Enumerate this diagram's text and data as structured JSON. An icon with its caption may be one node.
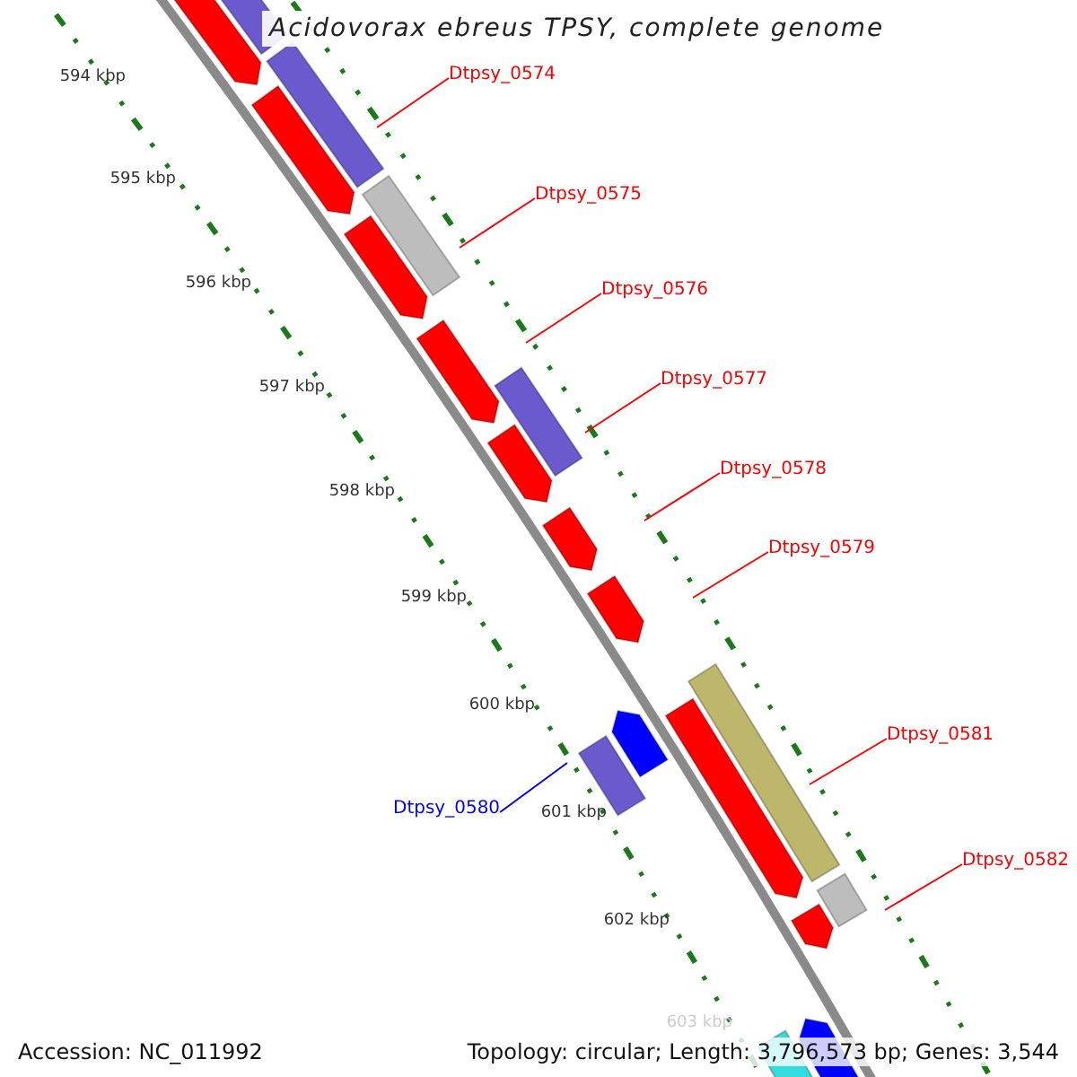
{
  "diagram": {
    "title": "Acidovorax ebreus TPSY, complete genome",
    "nodes": [
      {
        "text": [
          "Dtpsy_0574"
        ]
      },
      {
        "text": [
          "Dtpsy_0575"
        ]
      },
      {
        "text": [
          "Dtpsy_0576"
        ]
      },
      {
        "text": [
          "Dtpsy_0577"
        ]
      },
      {
        "text": [
          "Dtpsy_0578"
        ]
      },
      {
        "text": [
          "Dtpsy_0579"
        ]
      },
      {
        "text": [
          "Dtpsy_0580"
        ]
      },
      {
        "text": [
          "Dtpsy_0581"
        ]
      },
      {
        "text": [
          "Dtpsy_0582"
        ]
      }
    ],
    "edges": [
      {
        "from": 0,
        "to": null,
        "arrow": "none"
      },
      {
        "from": 1,
        "to": null,
        "arrow": "none"
      },
      {
        "from": 2,
        "to": null,
        "arrow": "none"
      },
      {
        "from": 3,
        "to": null,
        "arrow": "none"
      },
      {
        "from": 4,
        "to": null,
        "arrow": "none"
      },
      {
        "from": 5,
        "to": null,
        "arrow": "none"
      },
      {
        "from": 6,
        "to": null,
        "arrow": "none",
        "color": "#0000ff"
      },
      {
        "from": 7,
        "to": null,
        "arrow": "none"
      },
      {
        "from": 8,
        "to": null,
        "arrow": "none"
      }
    ],
    "labels": [
      "594 kbp",
      "595 kbp",
      "596 kbp",
      "597 kbp",
      "598 kbp",
      "599 kbp",
      "600 kbp",
      "601 kbp",
      "602 kbp",
      "603 kbp",
      "Accession: NC_011992",
      "Topology: circular; Length: 3,796,573 bp; Genes: 3,544"
    ]
  }
}
